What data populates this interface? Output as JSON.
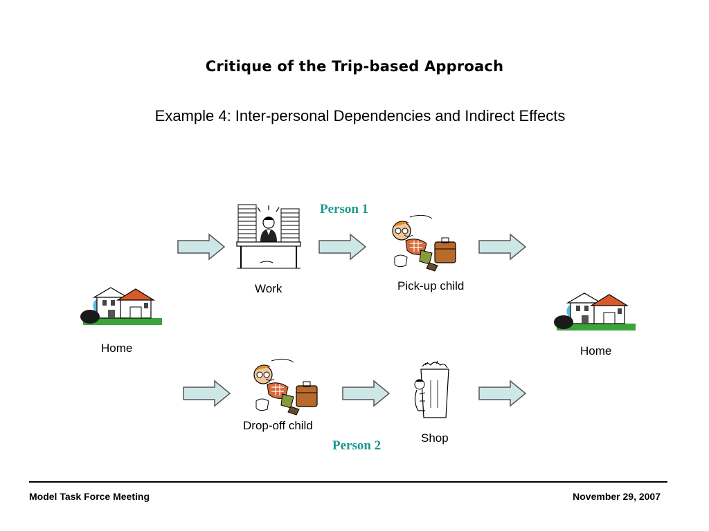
{
  "slide": {
    "title": "Critique of the Trip-based Approach",
    "subtitle": "Example 4: Inter-personal Dependencies and Indirect Effects"
  },
  "diagram": {
    "person1_label": "Person 1",
    "person2_label": "Person 2",
    "home_left_label": "Home",
    "home_right_label": "Home",
    "work_label": "Work",
    "pickup_label": "Pick-up child",
    "dropoff_label": "Drop-off child",
    "shop_label": "Shop",
    "colors": {
      "person_label": "#1a9a8e",
      "arrow_fill": "#cde6e6",
      "arrow_stroke": "#555555"
    }
  },
  "footer": {
    "left": "Model Task Force Meeting",
    "right": "November 29, 2007"
  }
}
